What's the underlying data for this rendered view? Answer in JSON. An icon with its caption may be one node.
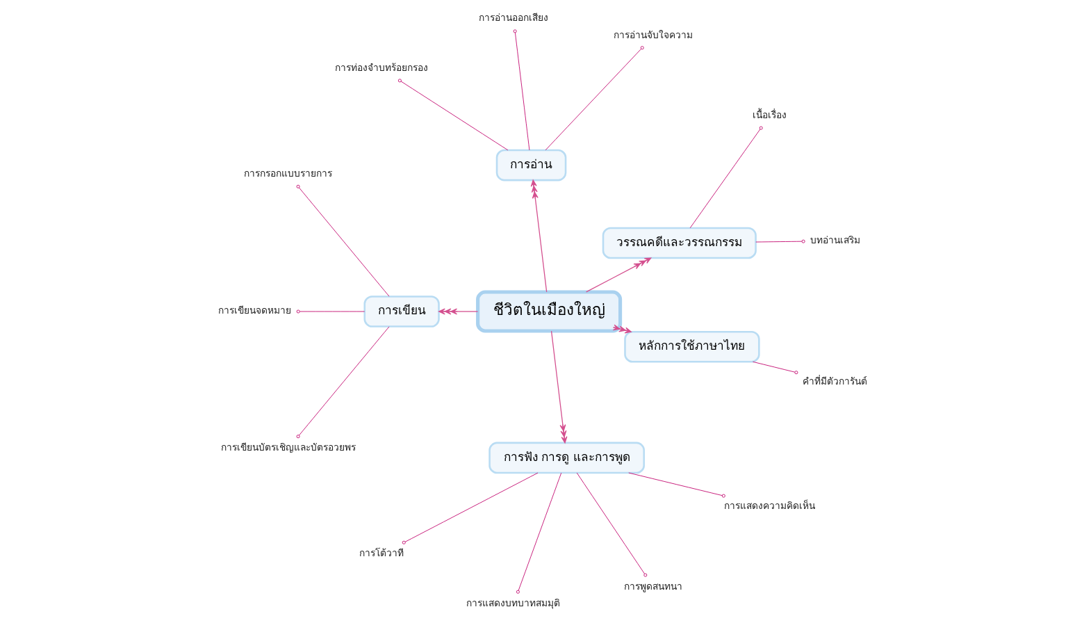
{
  "diagram": {
    "nodes": [
      {
        "text": [
          "ชีวิตในเมืองใหญ่"
        ]
      },
      {
        "text": [
          "วรรณคดีและวรรณกรรม"
        ]
      },
      {
        "text": [
          "การอ่าน"
        ]
      },
      {
        "text": [
          "การเขียน"
        ]
      },
      {
        "text": [
          "การฟัง การดู และการพูด"
        ]
      },
      {
        "text": [
          "หลักการใช้ภาษาไทย"
        ]
      },
      {
        "text": [
          "บทอ่านเสริม"
        ]
      },
      {
        "text": [
          "เนื้อเรื่อง"
        ]
      },
      {
        "text": [
          "การอ่านจับใจความ"
        ]
      },
      {
        "text": [
          "การอ่านออกเสียง"
        ]
      },
      {
        "text": [
          "การท่องจำบทร้อยกรอง"
        ]
      },
      {
        "text": [
          "การกรอกแบบรายการ"
        ]
      },
      {
        "text": [
          "การเขียนจดหมาย"
        ]
      },
      {
        "text": [
          "การเขียนบัตรเชิญและบัตรอวยพร"
        ]
      },
      {
        "text": [
          "การโต้วาที"
        ]
      },
      {
        "text": [
          "การแสดงบทบาทสมมุติ"
        ]
      },
      {
        "text": [
          "การพูดสนทนา"
        ]
      },
      {
        "text": [
          "การแสดงความคิดเห็น"
        ]
      },
      {
        "text": [
          "คำที่มีตัวการันต์"
        ]
      }
    ],
    "edges": [
      {
        "from": 0,
        "to": 1,
        "arrow": "to",
        "color": "#d4508f"
      },
      {
        "from": 0,
        "to": 2,
        "arrow": "to",
        "color": "#d4508f"
      },
      {
        "from": 0,
        "to": 3,
        "arrow": "to",
        "color": "#d4508f"
      },
      {
        "from": 0,
        "to": 4,
        "arrow": "to",
        "color": "#d4508f"
      },
      {
        "from": 0,
        "to": 5,
        "arrow": "to",
        "color": "#d4508f"
      },
      {
        "from": 1,
        "to": 6,
        "arrow": "other"
      },
      {
        "from": 1,
        "to": 7,
        "arrow": "other"
      },
      {
        "from": 2,
        "to": 8,
        "arrow": "other"
      },
      {
        "from": 2,
        "to": 9,
        "arrow": "other"
      },
      {
        "from": 2,
        "to": 10,
        "arrow": "other"
      },
      {
        "from": 3,
        "to": 11,
        "arrow": "other"
      },
      {
        "from": 3,
        "to": 12,
        "arrow": "other"
      },
      {
        "from": 3,
        "to": 13,
        "arrow": "other"
      },
      {
        "from": 4,
        "to": 14,
        "arrow": "other"
      },
      {
        "from": 4,
        "to": 15,
        "arrow": "other"
      },
      {
        "from": 4,
        "to": 16,
        "arrow": "other"
      },
      {
        "from": 4,
        "to": 17,
        "arrow": "other"
      },
      {
        "from": 5,
        "to": 18,
        "arrow": "other"
      }
    ]
  }
}
